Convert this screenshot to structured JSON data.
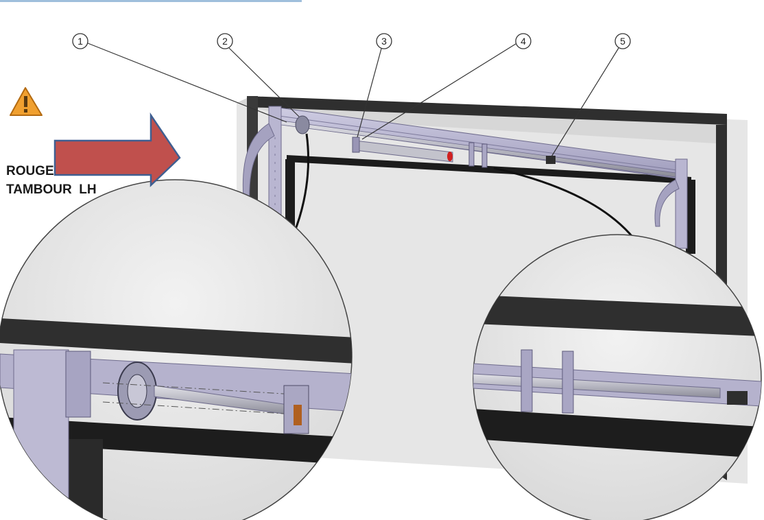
{
  "caption": {
    "line1": "ROUGE",
    "line2": "TAMBOUR  LH"
  },
  "callouts": [
    "1",
    "2",
    "3",
    "4",
    "5"
  ],
  "icons": {
    "warning": "warning-triangle-icon",
    "arrow": "right-arrow-icon"
  },
  "colors": {
    "arrow_fill": "#c0504d",
    "arrow_stroke": "#3f5f91",
    "warning_fill": "#f0a030",
    "frame": "#2b2b2b",
    "rail": "#b7b4d0",
    "wall": "#e4e4e4",
    "spring_mark": "#d02020",
    "note_red": "#d51010"
  }
}
